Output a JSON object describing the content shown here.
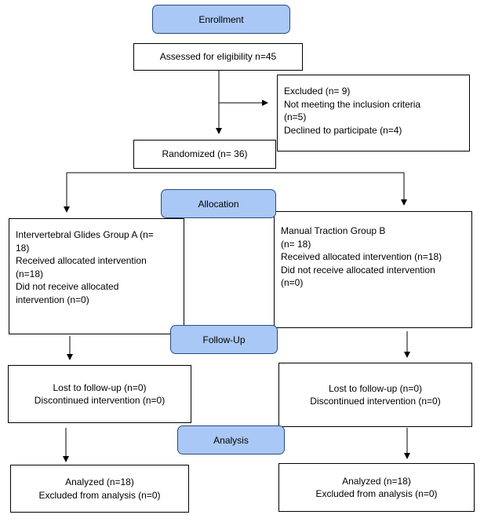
{
  "colors": {
    "stage_fill": "#aac8f5",
    "stage_border": "#2a4a80",
    "line": "#000000"
  },
  "stages": {
    "enrollment": "Enrollment",
    "allocation": "Allocation",
    "follow_up": "Follow-Up",
    "analysis": "Analysis"
  },
  "assessed": "Assessed for eligibility n=45",
  "excluded": {
    "title": "Excluded (n= 9)",
    "line1": "Not meeting the inclusion criteria",
    "line2": "(n=5)",
    "line3": "Declined to participate (n=4)"
  },
  "randomized": "Randomized (n= 36)",
  "group_a": {
    "line1": "Intervertebral Glides Group A (n=",
    "line2": "18)",
    "line3": "Received allocated intervention",
    "line4": "(n=18)",
    "line5": "Did not receive allocated",
    "line6": "intervention (n=0)"
  },
  "group_b": {
    "line1": "Manual Traction Group B",
    "line2": "(n= 18)",
    "line3": "Received allocated intervention (n=18)",
    "line4": "Did not receive allocated intervention",
    "line5": "(n=0)"
  },
  "followup_a": {
    "lost": "Lost to follow-up (n=0)",
    "discontinued": "Discontinued intervention (n=0)"
  },
  "followup_b": {
    "lost": "Lost to follow-up (n=0)",
    "discontinued": "Discontinued intervention (n=0)"
  },
  "analysis_a": {
    "analyzed": "Analyzed (n=18)",
    "excluded": "Excluded from analysis (n=0)"
  },
  "analysis_b": {
    "analyzed": "Analyzed (n=18)",
    "excluded": "Excluded from analysis (n=0)"
  }
}
